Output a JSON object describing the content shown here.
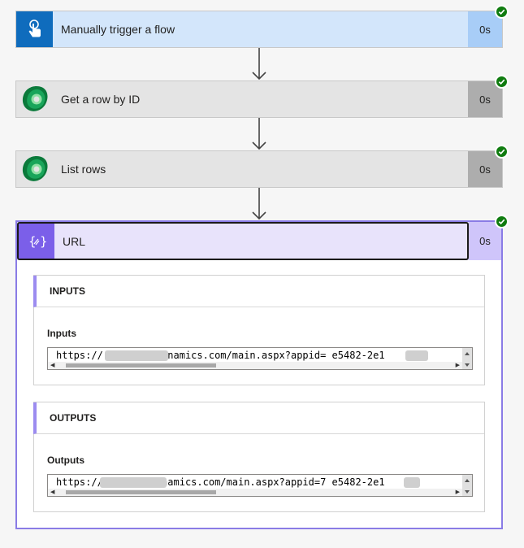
{
  "steps": [
    {
      "title": "Manually trigger a flow",
      "duration": "0s",
      "icon": "touch-hand-icon",
      "status": "success"
    },
    {
      "title": "Get a row by ID",
      "duration": "0s",
      "icon": "dataverse-icon",
      "status": "success"
    },
    {
      "title": "List rows",
      "duration": "0s",
      "icon": "dataverse-icon",
      "status": "success"
    }
  ],
  "url_action": {
    "title": "URL",
    "duration": "0s",
    "icon": "expression-braces-icon",
    "status": "success",
    "inputs": {
      "section_title": "INPUTS",
      "label": "Inputs",
      "value": "https://           7.crm11.dynamics.com/main.aspx?appid=    e5482-2e1"
    },
    "outputs": {
      "section_title": "OUTPUTS",
      "label": "Outputs",
      "value": "https://           .crm11.dynamics.com/main.aspx?appid=7   e5482-2e1"
    }
  },
  "colors": {
    "trigger_accent": "#0f6cbd",
    "success": "#107c10",
    "expression_accent": "#7b5fe9"
  }
}
